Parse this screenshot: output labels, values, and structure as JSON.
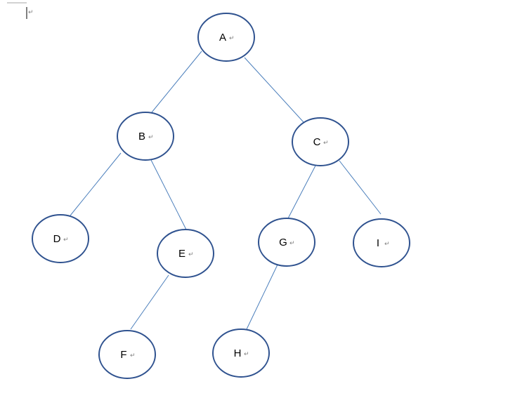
{
  "document": {
    "paragraph_mark": "↵"
  },
  "tree": {
    "nodes": [
      {
        "id": "A",
        "label": "A"
      },
      {
        "id": "B",
        "label": "B"
      },
      {
        "id": "C",
        "label": "C"
      },
      {
        "id": "D",
        "label": "D"
      },
      {
        "id": "E",
        "label": "E"
      },
      {
        "id": "G",
        "label": "G"
      },
      {
        "id": "I",
        "label": "I"
      },
      {
        "id": "F",
        "label": "F"
      },
      {
        "id": "H",
        "label": "H"
      }
    ],
    "edges": [
      {
        "from": "A",
        "to": "B"
      },
      {
        "from": "A",
        "to": "C"
      },
      {
        "from": "B",
        "to": "D"
      },
      {
        "from": "B",
        "to": "E"
      },
      {
        "from": "C",
        "to": "G"
      },
      {
        "from": "C",
        "to": "I"
      },
      {
        "from": "E",
        "to": "F"
      },
      {
        "from": "G",
        "to": "H"
      }
    ]
  },
  "colors": {
    "node_border": "#2f528f",
    "edge_line": "#4a7ebb",
    "node_fill": "#ffffff",
    "label_text": "#000000"
  }
}
